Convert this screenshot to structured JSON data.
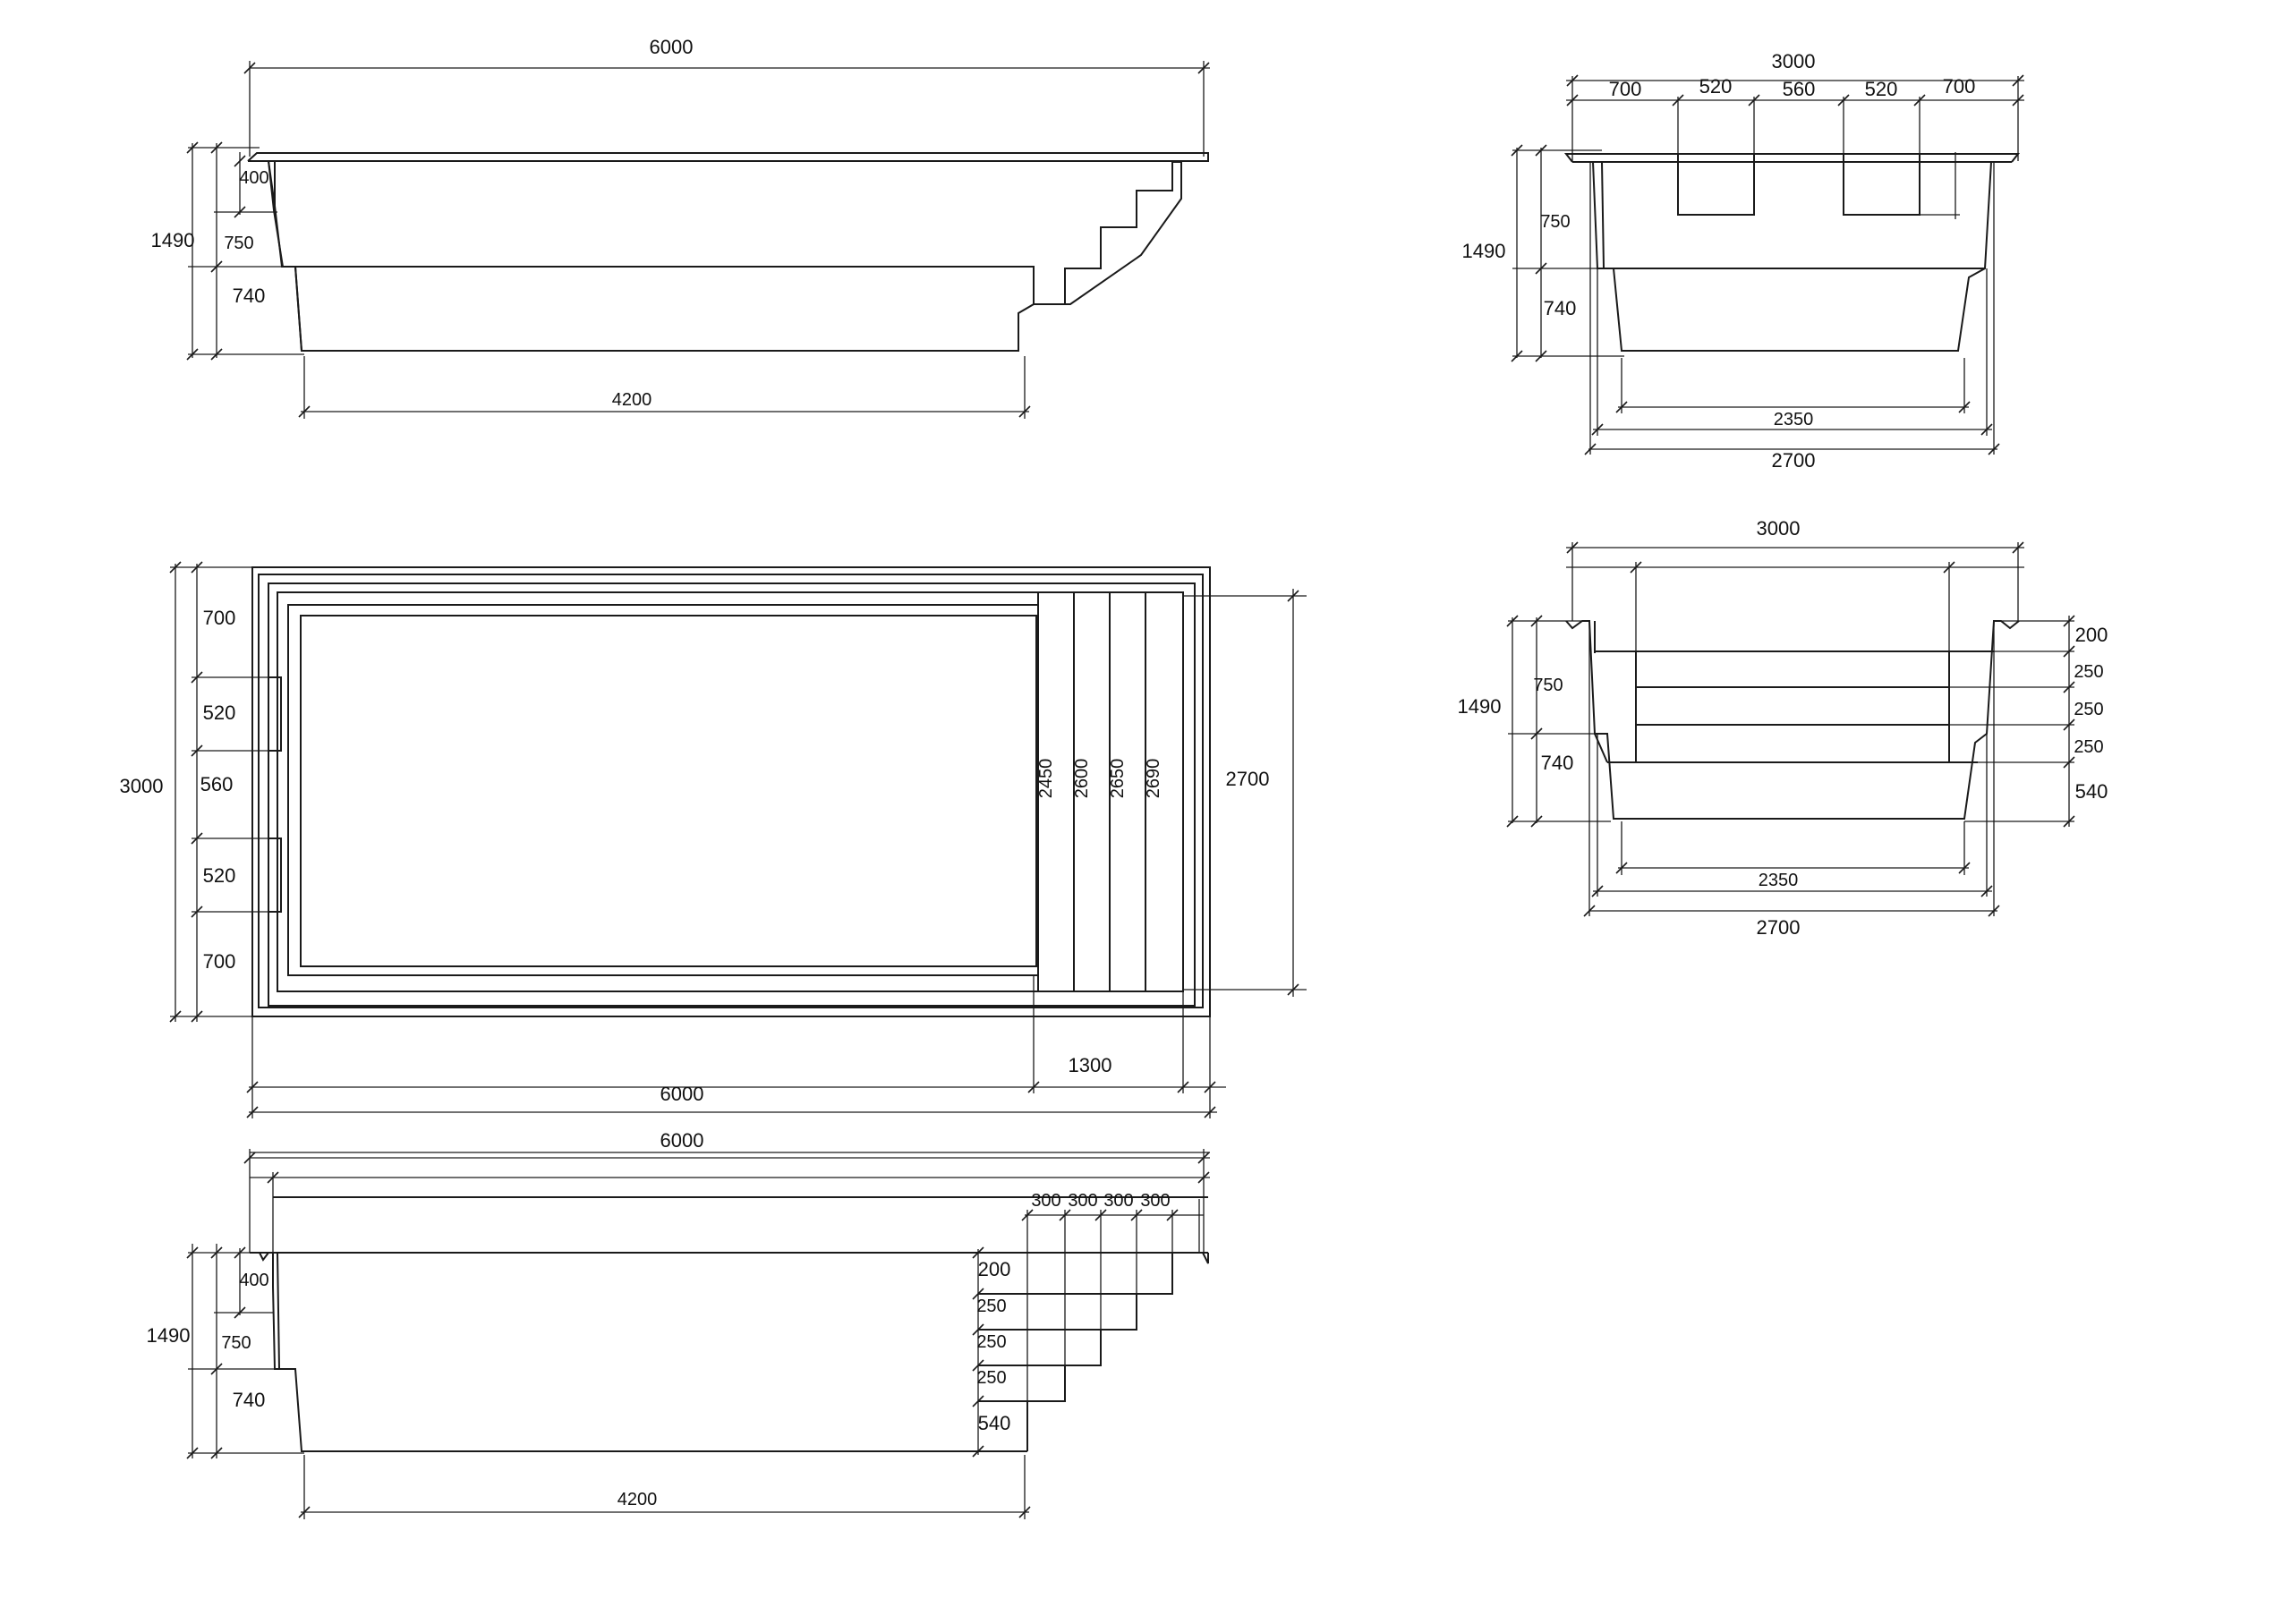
{
  "side_top": {
    "length": "6000",
    "bottom_length": "4200",
    "depth_total": "1490",
    "depth_a": "400",
    "depth_b": "750",
    "depth_c": "740"
  },
  "end_top": {
    "width": "3000",
    "seg": [
      "700",
      "520",
      "560",
      "520",
      "700"
    ],
    "depth_total": "1490",
    "depth_b": "750",
    "depth_c": "740",
    "floor": "2350",
    "inner": "2700"
  },
  "plan": {
    "width": "3000",
    "left": [
      "700",
      "520",
      "560",
      "520",
      "700"
    ],
    "steps": [
      "2450",
      "2600",
      "2650",
      "2690"
    ],
    "inner_width": "2700",
    "step_zone": "1300",
    "length": "6000"
  },
  "end_mid": {
    "width": "3000",
    "right": [
      "200",
      "250",
      "250",
      "250",
      "540"
    ],
    "depth_total": "1490",
    "depth_b": "750",
    "depth_c": "740",
    "floor": "2350",
    "inner": "2700"
  },
  "side_bottom": {
    "length": "6000",
    "treads": [
      "300",
      "300",
      "300",
      "300"
    ],
    "risers": [
      "200",
      "250",
      "250",
      "250",
      "540"
    ],
    "depth_total": "1490",
    "depth_a": "400",
    "depth_b": "750",
    "depth_c": "740",
    "bottom_length": "4200"
  }
}
